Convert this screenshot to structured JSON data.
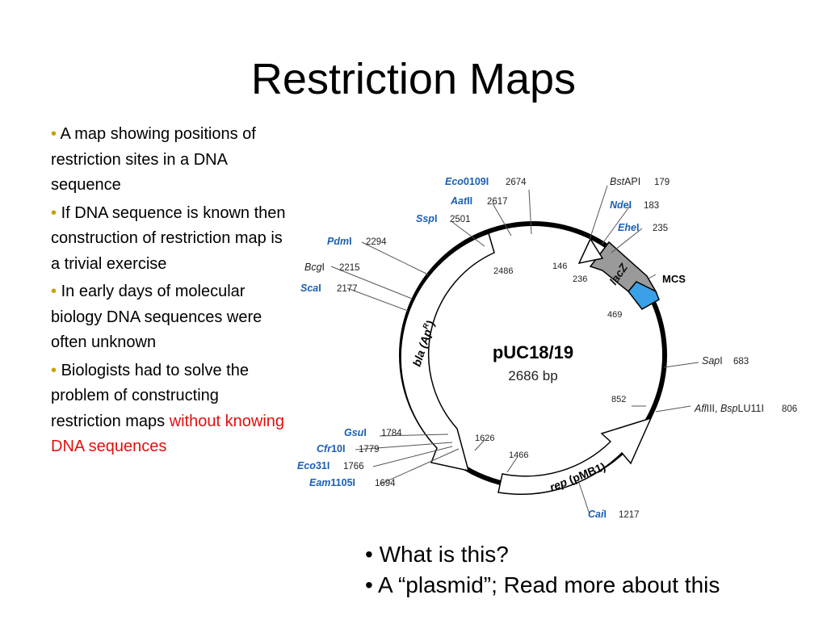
{
  "slide": {
    "title": "Restriction Maps"
  },
  "left_bullets": [
    {
      "text": "A map showing positions of restriction sites in a DNA sequence",
      "highlight": ""
    },
    {
      "text": "If DNA sequence is known then construction of restriction map is a trivial exercise",
      "highlight": ""
    },
    {
      "text": "In early days of molecular biology DNA sequences were often unknown",
      "highlight": ""
    },
    {
      "text": " Biologists had to solve the problem of constructing restriction maps ",
      "highlight": "without knowing DNA sequences"
    }
  ],
  "plasmid": {
    "name": "pUC18/19",
    "size": "2686 bp",
    "features": {
      "bla": "bla (Ap",
      "bla_sup": "R",
      "bla_close": ")",
      "lacz": "lacZ",
      "mcs": "MCS",
      "rep": "rep",
      "rep_rest": " (pMB1)"
    },
    "inner_positions": [
      "2486",
      "146",
      "236",
      "469",
      "852",
      "1626",
      "1466"
    ],
    "sites": [
      {
        "italic": "Eco",
        "rest": "0109I",
        "pos": "2674",
        "style": "blue"
      },
      {
        "italic": "Aat",
        "rest": "II",
        "pos": "2617",
        "style": "blue"
      },
      {
        "italic": "Ssp",
        "rest": "I",
        "pos": "2501",
        "style": "blue"
      },
      {
        "italic": "Pdm",
        "rest": "I",
        "pos": "2294",
        "style": "blue"
      },
      {
        "italic": "Bcg",
        "rest": "I",
        "pos": "2215",
        "style": "black"
      },
      {
        "italic": "Sca",
        "rest": "I",
        "pos": "2177",
        "style": "blue"
      },
      {
        "italic": "Bst",
        "rest": "API",
        "pos": "179",
        "style": "black"
      },
      {
        "italic": "Nde",
        "rest": "I",
        "pos": "183",
        "style": "blue"
      },
      {
        "italic": "Ehe",
        "rest": "I",
        "pos": "235",
        "style": "blue"
      },
      {
        "italic": "Sap",
        "rest": "I",
        "pos": "683",
        "style": "black"
      },
      {
        "italic": "Afl",
        "rest": "III, ",
        "italic2": "Bsp",
        "rest2": "LU11I",
        "pos": "806",
        "style": "black"
      },
      {
        "italic": "Gsu",
        "rest": "I",
        "pos": "1784",
        "style": "blue"
      },
      {
        "italic": "Cfr",
        "rest": "10I",
        "pos": "1779",
        "style": "blue"
      },
      {
        "italic": "Eco",
        "rest": "31I",
        "pos": "1766",
        "style": "blue"
      },
      {
        "italic": "Eam",
        "rest": "1105I",
        "pos": "1694",
        "style": "blue"
      },
      {
        "italic": "Cai",
        "rest": "I",
        "pos": "1217",
        "style": "blue"
      }
    ]
  },
  "bottom_bullets": [
    "What is this?",
    "A “plasmid”; Read more about this"
  ],
  "colors": {
    "bullet": "#c8a000",
    "highlight": "#e01010",
    "site_blue": "#1a5fb4",
    "mcs_blue": "#3aa0e8",
    "lacz_gray": "#9a9a9a"
  }
}
